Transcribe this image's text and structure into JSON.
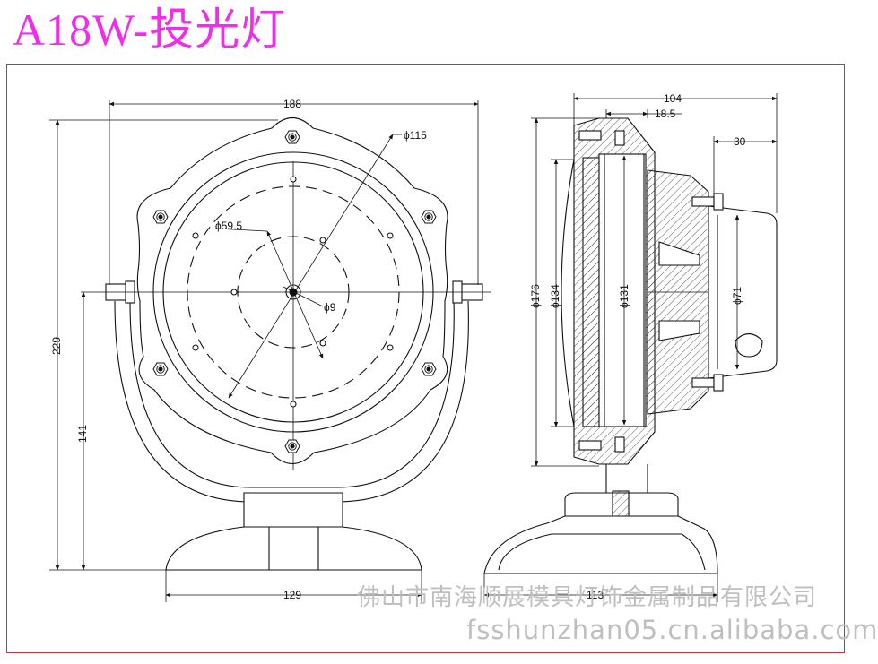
{
  "title": "A18W-投光灯",
  "front_view": {
    "dimensions": {
      "overall_width": "188",
      "lens_diameter": "ϕ115",
      "inner_diameter": "ϕ59.5",
      "center_hole": "ϕ9",
      "overall_height": "229",
      "axis_height": "141",
      "base_width": "129"
    }
  },
  "side_view": {
    "dimensions": {
      "depth": "104",
      "flange": "18.5",
      "back_cap": "30",
      "outer_diameter": "ϕ176",
      "glass_diameter": "ϕ134",
      "reflector_diameter": "ϕ131",
      "cap_diameter": "ϕ71",
      "base_length": "113"
    }
  },
  "watermark": {
    "company": "佛山市南海顺展模具灯饰金属制品有限公司",
    "site": "fsshunzhan05.cn.alibaba.com"
  },
  "colors": {
    "title": "#ee2ee8",
    "frame": "#c8323c",
    "lines": "#111111",
    "watermark": "#bfbfbf"
  }
}
